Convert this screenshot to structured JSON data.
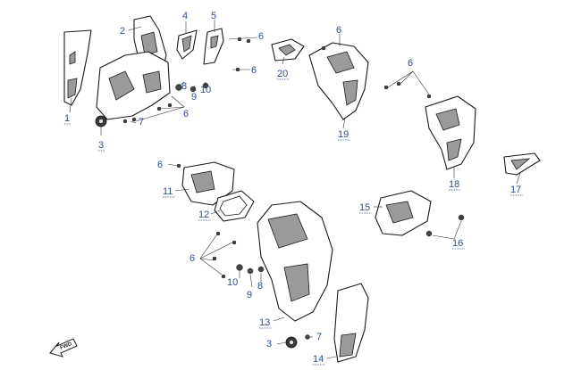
{
  "callouts": {
    "c1": "1",
    "c2": "2",
    "c3a": "3",
    "c3b": "3",
    "c4": "4",
    "c5": "5",
    "c6a": "6",
    "c6b": "6",
    "c6c": "6",
    "c6d": "6",
    "c6e": "6",
    "c6f": "6",
    "c6g": "6",
    "c7a": "7",
    "c7b": "7",
    "c8a": "8",
    "c8b": "8",
    "c9a": "9",
    "c9b": "9",
    "c10a": "10",
    "c10b": "10",
    "c11": "11",
    "c12": "12",
    "c13": "13",
    "c14": "14",
    "c15": "15",
    "c16": "16",
    "c17": "17",
    "c18": "18",
    "c19": "19",
    "c20": "20"
  },
  "direction_arrow": {
    "label": "FWD",
    "icon": "arrow-fwd-icon"
  },
  "colors": {
    "callout": "#2f4f8f",
    "line": "#1a1a1a",
    "shade": "#9a9a9a"
  }
}
